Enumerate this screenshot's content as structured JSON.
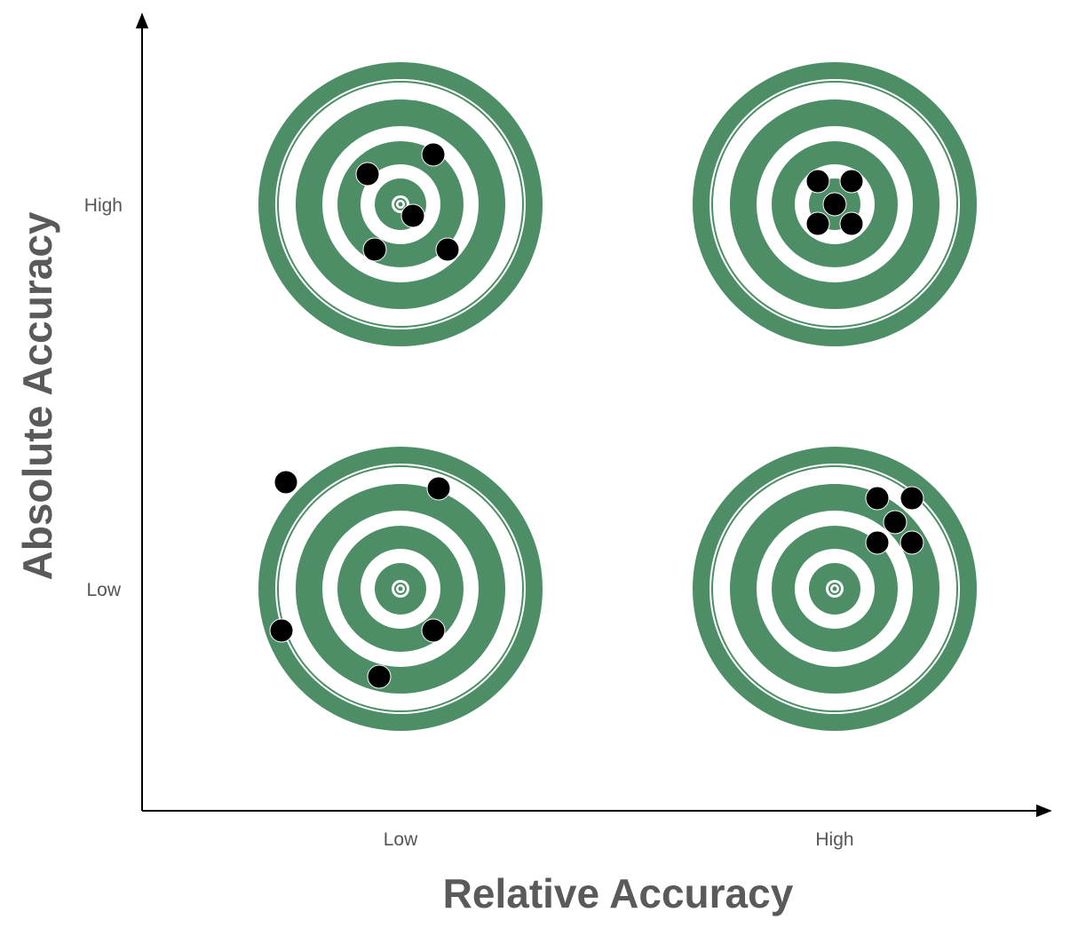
{
  "axes": {
    "x_title": "Relative Accuracy",
    "y_title": "Absolute Accuracy",
    "x_ticks": [
      "Low",
      "High"
    ],
    "y_ticks": [
      "High",
      "Low"
    ]
  },
  "colors": {
    "ring": "#4e8e66",
    "hit": "#000000",
    "axis": "#000000",
    "label": "#555555",
    "title": "#5a5a5a"
  },
  "targets": [
    {
      "id": "target-low-relative-high-absolute",
      "relative_accuracy": "Low",
      "absolute_accuracy": "High",
      "hits": [
        {
          "dx": 37,
          "dy": -56
        },
        {
          "dx": -37,
          "dy": -34
        },
        {
          "dx": 14,
          "dy": 13
        },
        {
          "dx": -29,
          "dy": 51
        },
        {
          "dx": 53,
          "dy": 51
        }
      ]
    },
    {
      "id": "target-high-relative-high-absolute",
      "relative_accuracy": "High",
      "absolute_accuracy": "High",
      "hits": [
        {
          "dx": -19,
          "dy": -26
        },
        {
          "dx": 19,
          "dy": -26
        },
        {
          "dx": 0,
          "dy": 0
        },
        {
          "dx": -19,
          "dy": 22
        },
        {
          "dx": 19,
          "dy": 22
        }
      ]
    },
    {
      "id": "target-low-relative-low-absolute",
      "relative_accuracy": "Low",
      "absolute_accuracy": "Low",
      "hits": [
        {
          "dx": -129,
          "dy": -120
        },
        {
          "dx": 43,
          "dy": -113
        },
        {
          "dx": -134,
          "dy": 47
        },
        {
          "dx": 37,
          "dy": 47
        },
        {
          "dx": -24,
          "dy": 99
        }
      ]
    },
    {
      "id": "target-high-relative-low-absolute",
      "relative_accuracy": "High",
      "absolute_accuracy": "Low",
      "hits": [
        {
          "dx": 48,
          "dy": -102
        },
        {
          "dx": 87,
          "dy": -102
        },
        {
          "dx": 68,
          "dy": -75
        },
        {
          "dx": 48,
          "dy": -52
        },
        {
          "dx": 87,
          "dy": -52
        }
      ]
    }
  ]
}
